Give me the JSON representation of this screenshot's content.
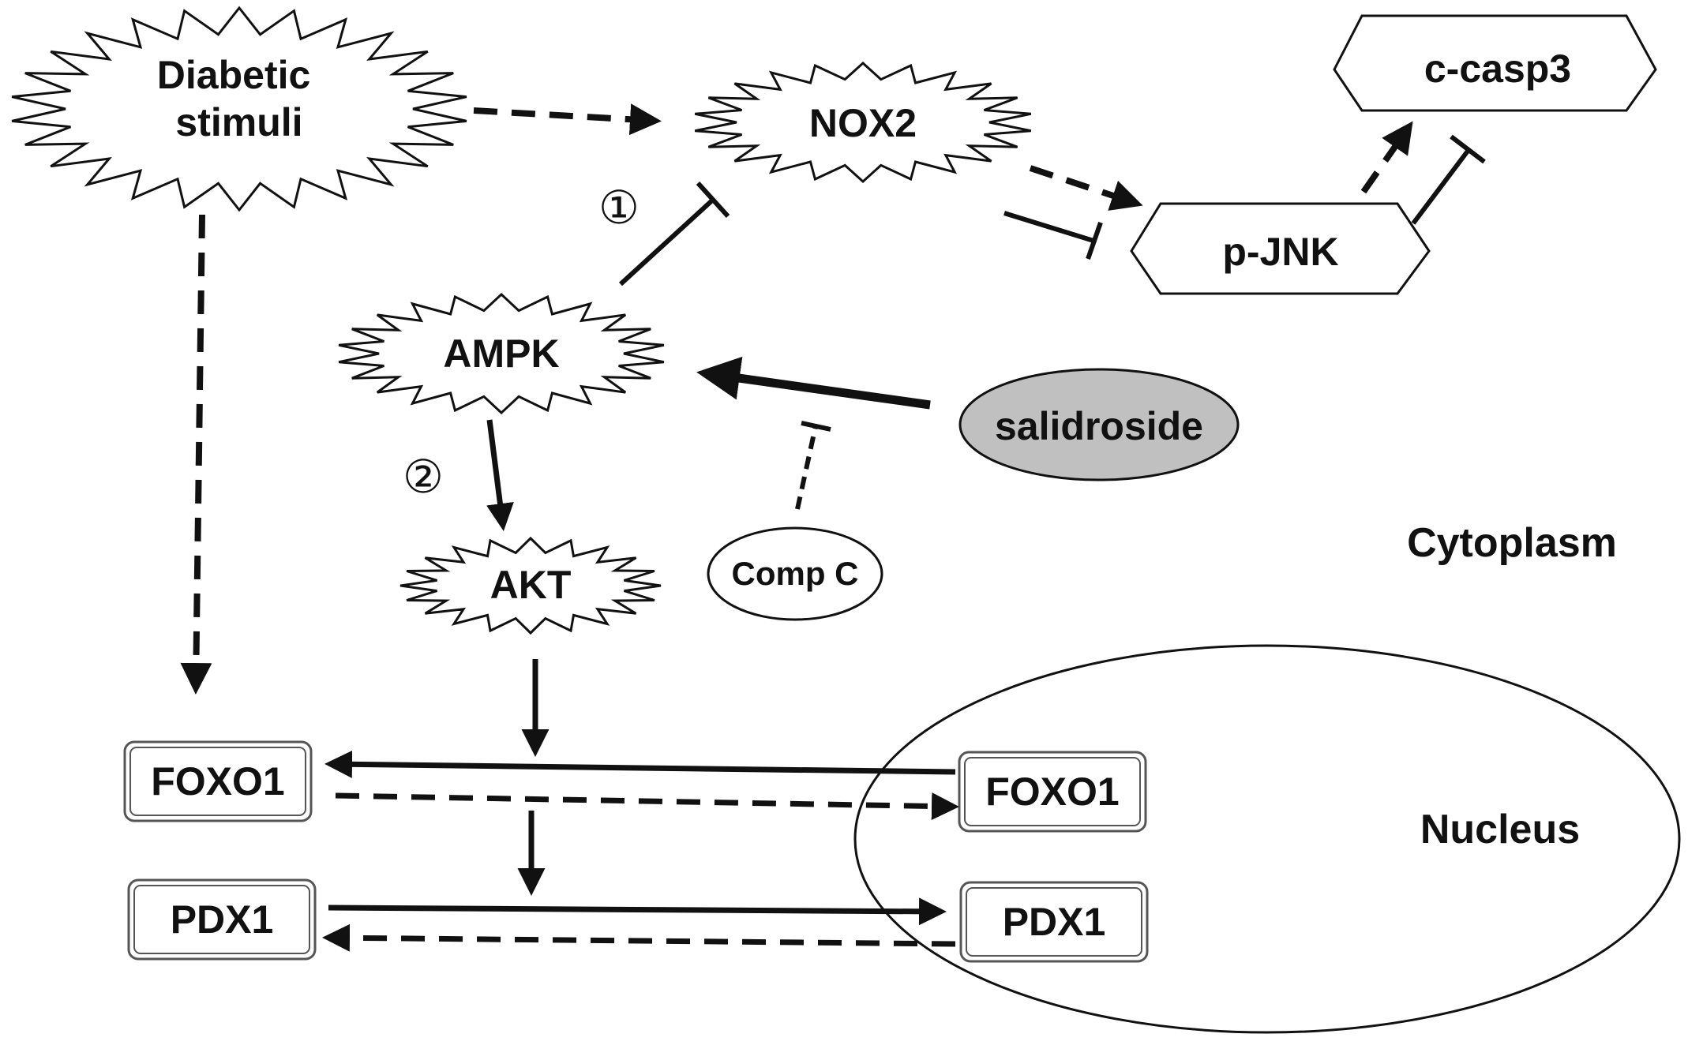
{
  "nodes": {
    "diabetic_stimuli": {
      "line1": "Diabetic",
      "line2": "stimuli"
    },
    "nox2": "NOX2",
    "c_casp3": "c-casp3",
    "p_jnk": "p-JNK",
    "ampk": "AMPK",
    "salidroside": "salidroside",
    "akt": "AKT",
    "comp_c": "Comp C",
    "foxo1_cytoplasm": "FOXO1",
    "foxo1_nucleus": "FOXO1",
    "pdx1_cytoplasm": "PDX1",
    "pdx1_nucleus": "PDX1"
  },
  "regions": {
    "cytoplasm": "Cytoplasm",
    "nucleus": "Nucleus"
  },
  "step_markers": {
    "one": "①",
    "two": "②"
  },
  "colors": {
    "line": "#111111",
    "salidroside_fill": "#c0c0c0",
    "box_border": "#555555"
  }
}
